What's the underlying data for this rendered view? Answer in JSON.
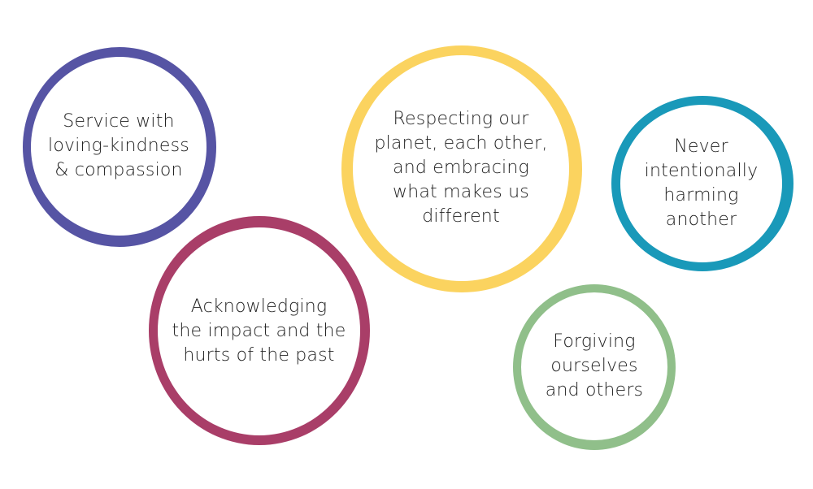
{
  "circles": [
    {
      "id": "service",
      "lines": [
        "Service with",
        "loving-kindness",
        "& compassion"
      ],
      "color": "#5654a4"
    },
    {
      "id": "respect",
      "lines": [
        "Respecting our",
        "planet, each other,",
        "and embracing",
        "what makes us",
        "different"
      ],
      "color": "#fbd35f"
    },
    {
      "id": "never",
      "lines": [
        "Never",
        "intentionally",
        "harming",
        "another"
      ],
      "color": "#1999b9"
    },
    {
      "id": "acknowledge",
      "lines": [
        "Acknowledging",
        "the impact and the",
        "hurts of the past"
      ],
      "color": "#a93e68"
    },
    {
      "id": "forgive",
      "lines": [
        "Forgiving",
        "ourselves",
        "and others"
      ],
      "color": "#90bf8a"
    }
  ]
}
